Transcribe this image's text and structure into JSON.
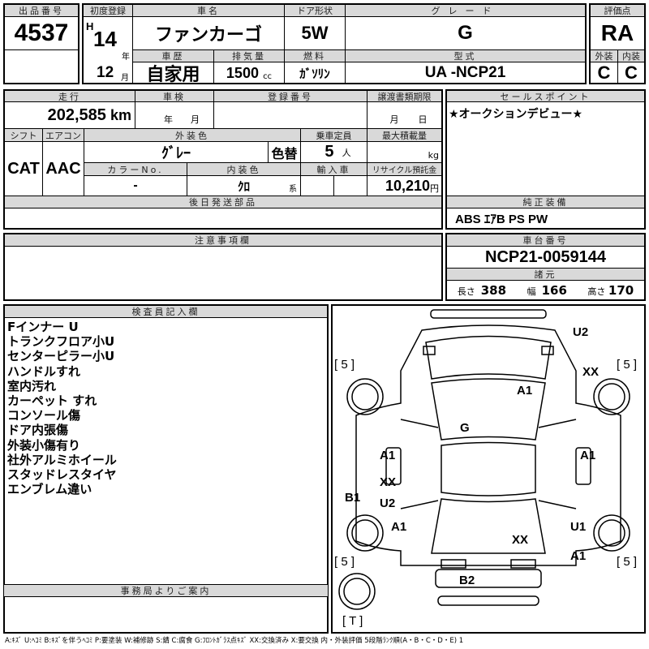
{
  "lot": {
    "label": "出品番号",
    "value": "4537"
  },
  "first_reg": {
    "label": "初度登録",
    "era": "H",
    "year": "14",
    "year_unit": "年",
    "month": "12",
    "month_unit": "月"
  },
  "car_name": {
    "label": "車名",
    "value": "ファンカーゴ"
  },
  "door": {
    "label": "ドア形状",
    "value": "5W"
  },
  "grade": {
    "label": "グレード",
    "value": "G"
  },
  "history": {
    "label": "車歴",
    "value": "自家用"
  },
  "displacement": {
    "label": "排気量",
    "value": "1500",
    "unit": "cc"
  },
  "fuel": {
    "label": "燃料",
    "value": "ｶﾞｿﾘﾝ"
  },
  "model": {
    "label": "型式",
    "value": "UA -NCP21"
  },
  "score": {
    "label": "評価点",
    "value": "RA",
    "ext_label": "外装",
    "int_label": "内装",
    "ext": "C",
    "int": "C"
  },
  "mileage": {
    "label": "走行",
    "value": "202,585",
    "unit": "km"
  },
  "inspection": {
    "label": "車検",
    "year_unit": "年",
    "month_unit": "月"
  },
  "reg_no": {
    "label": "登録番号"
  },
  "transfer": {
    "label": "譲渡書類期限",
    "month_unit": "月",
    "day_unit": "日"
  },
  "shift": {
    "label": "シフト",
    "value": "CAT"
  },
  "ac": {
    "label": "エアコン",
    "value": "AAC"
  },
  "ext_color": {
    "label": "外装色",
    "value": "ｸﾞﾚｰ",
    "repaint": "色替"
  },
  "capacity": {
    "label": "乗車定員",
    "value": "5",
    "unit": "人"
  },
  "max_load": {
    "label": "最大積載量",
    "unit": "kg"
  },
  "color_no": {
    "label": "カラーNo.",
    "value": "-"
  },
  "int_color": {
    "label": "内装色",
    "value": "ｸﾛ",
    "suffix": "系"
  },
  "import": {
    "label": "輸入車"
  },
  "recycle": {
    "label": "リサイクル預託金",
    "value": "10,210",
    "unit": "円"
  },
  "later_parts": {
    "label": "後日発送部品"
  },
  "sales_point": {
    "label": "セールスポイント",
    "value": "★オークションデビュー★"
  },
  "equipment": {
    "label": "純正装備",
    "value": "ABS ｴｱB PS PW"
  },
  "notes": {
    "label": "注意事項欄"
  },
  "chassis": {
    "label": "車台番号",
    "value": "NCP21-0059144"
  },
  "specs": {
    "label": "諸元",
    "length_label": "長さ",
    "length": "388",
    "width_label": "幅",
    "width": "166",
    "height_label": "高さ",
    "height": "170"
  },
  "inspector": {
    "label": "検査員記入欄",
    "lines": [
      "Fインナー U",
      "トランクフロア小U",
      "センターピラー小U",
      "ハンドルすれ",
      "室内汚れ",
      "カーペット すれ",
      "コンソール傷",
      "ドア内張傷",
      "外装小傷有り",
      "社外アルミホイール",
      "スタッドレスタイヤ",
      "エンブレム違い"
    ]
  },
  "office": {
    "label": "事務局よりご案内"
  },
  "diagram": {
    "marks": [
      "U2",
      "XX",
      "A1",
      "G",
      "A1",
      "A1",
      "XX",
      "B1",
      "U2",
      "A1",
      "U1",
      "XX",
      "A1",
      "B2"
    ],
    "tires": [
      "[ 5 ]",
      "[ 5 ]",
      "[ 5 ]",
      "[ 5 ]",
      "[ T ]"
    ]
  },
  "legend": "A:ｷｽﾞ U:ﾍｺﾐ B:ｷｽﾞを伴うﾍｺﾐ P:要塗装 W:補修跡 S:錆 C:腐食 G:ﾌﾛﾝﾄｶﾞﾗｽ点ｷｽﾞ XX:交換済み X:要交換 内・外装評価 5段階ﾗﾝｸ順(A・B・C・D・E) 1"
}
